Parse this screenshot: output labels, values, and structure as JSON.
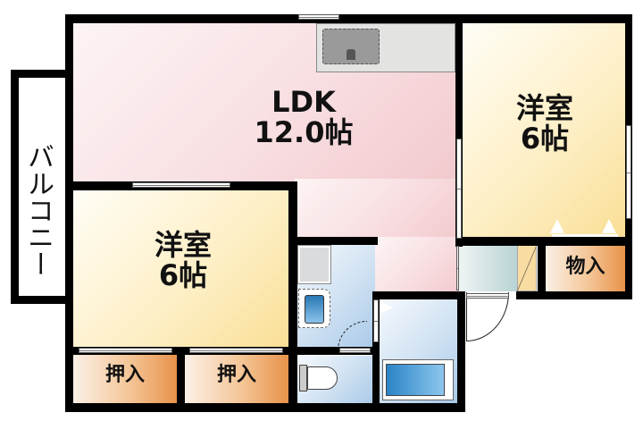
{
  "floorplan": {
    "balcony": {
      "label": "バルコニー"
    },
    "ldk": {
      "name": "LDK",
      "size": "12.0帖"
    },
    "western_room_right": {
      "name": "洋室",
      "size": "6帖"
    },
    "western_room_left": {
      "name": "洋室",
      "size": "6帖"
    },
    "closets": [
      {
        "label": "押入"
      },
      {
        "label": "押入"
      }
    ],
    "storage": {
      "label": "物入"
    },
    "colors": {
      "ldk": "#f5d3d6",
      "western": "#fdeec2",
      "closet": "#f0ad6e",
      "wet_area": "#c4dbf0",
      "wall": "#000000",
      "kitchen_counter": "#e3e3e1",
      "sink": "#9a9a9a"
    }
  }
}
